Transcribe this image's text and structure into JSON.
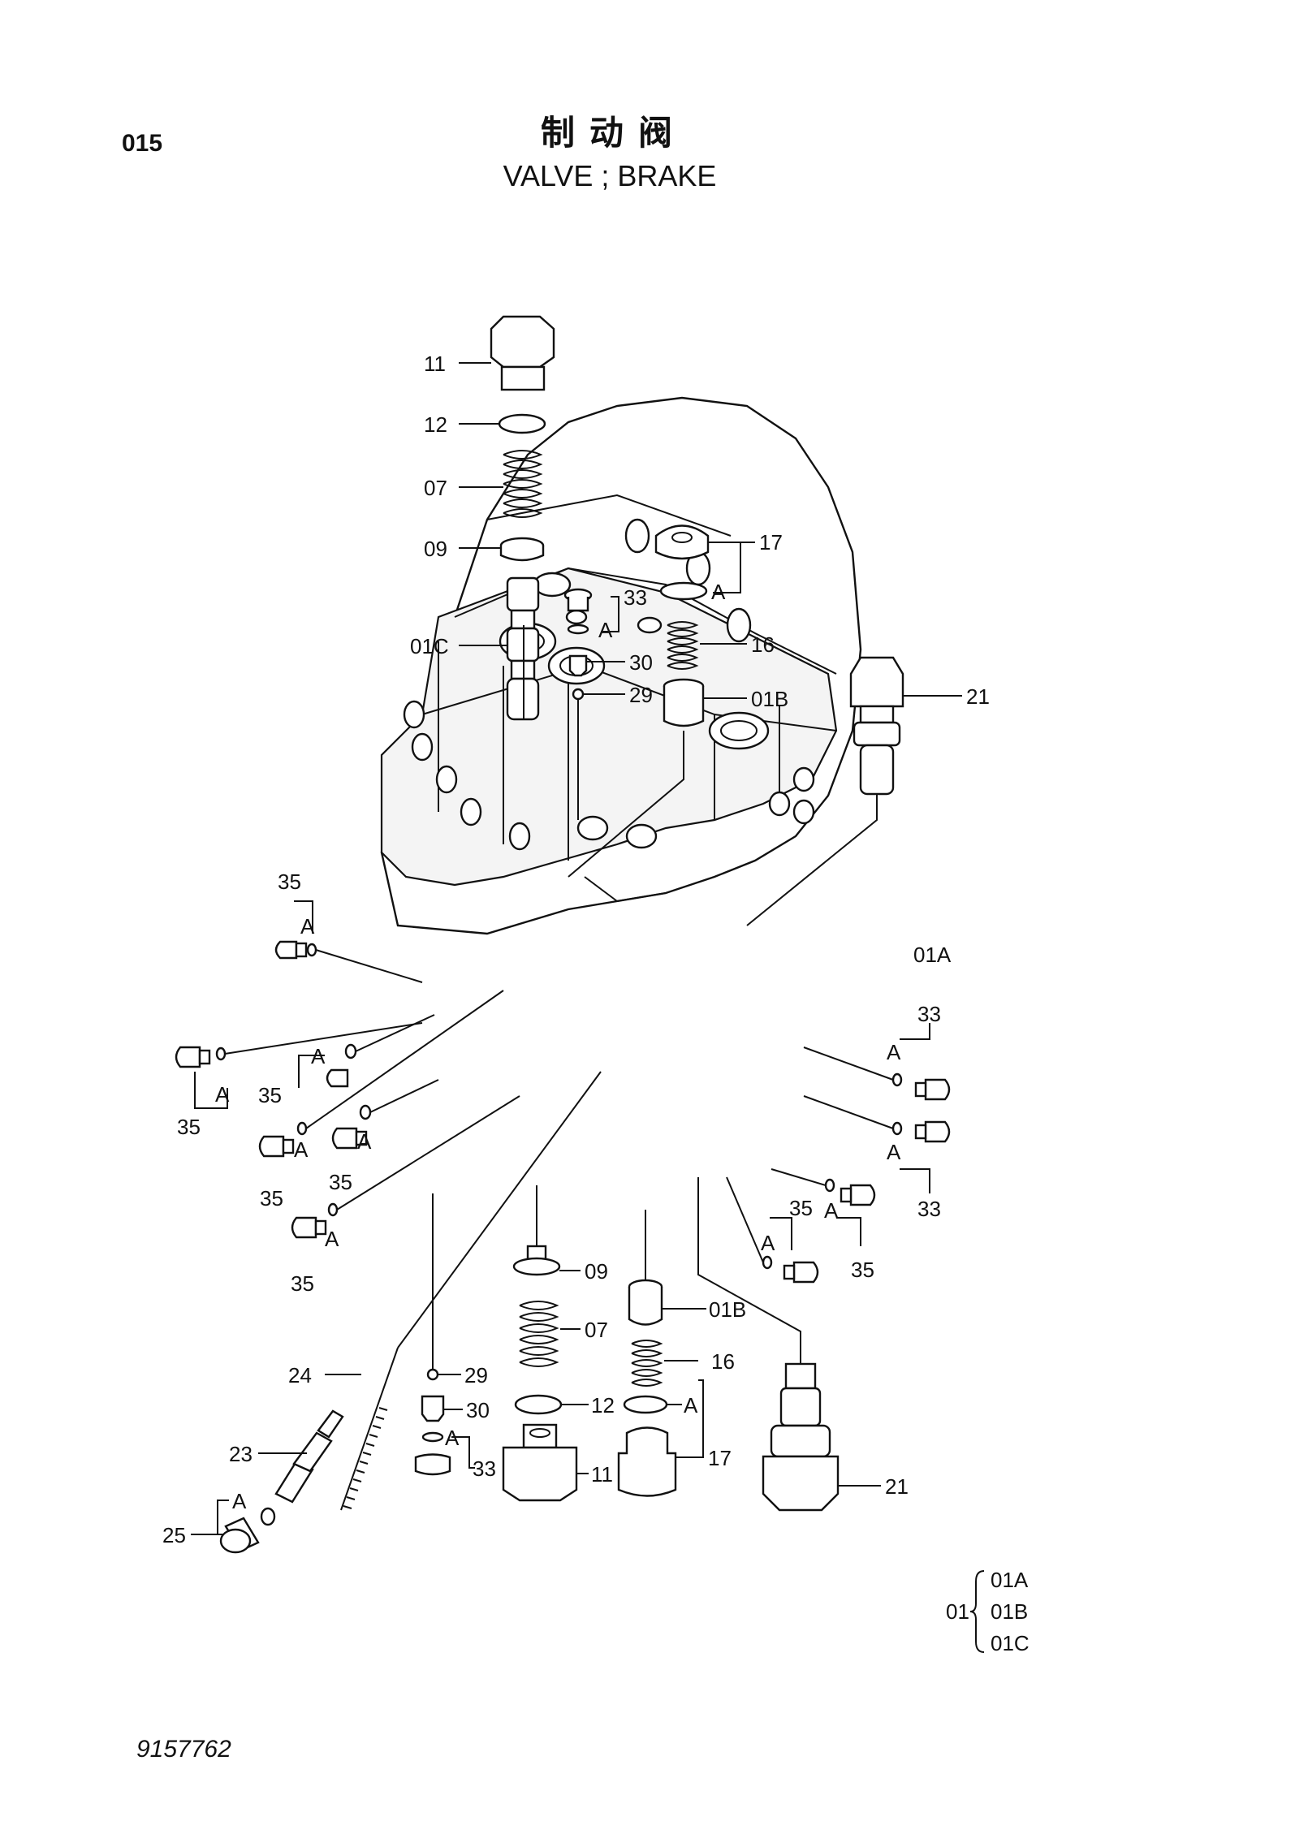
{
  "header": {
    "page_code": "015",
    "title_cn": "制动阀",
    "title_en": "VALVE ; BRAKE"
  },
  "footer": {
    "doc_number": "9157762"
  },
  "callouts": {
    "c11": "11",
    "c12": "12",
    "c07": "07",
    "c09": "09",
    "c01C": "01C",
    "c33": "33",
    "cA": "A",
    "c30": "30",
    "c29": "29",
    "c17": "17",
    "c16": "16",
    "c01B": "01B",
    "c21": "21",
    "c01A": "01A",
    "c35": "35",
    "c24": "24",
    "c23": "23",
    "c25": "25"
  },
  "assembly_legend": {
    "parent": "01",
    "children": [
      "01A",
      "01B",
      "01C"
    ]
  }
}
